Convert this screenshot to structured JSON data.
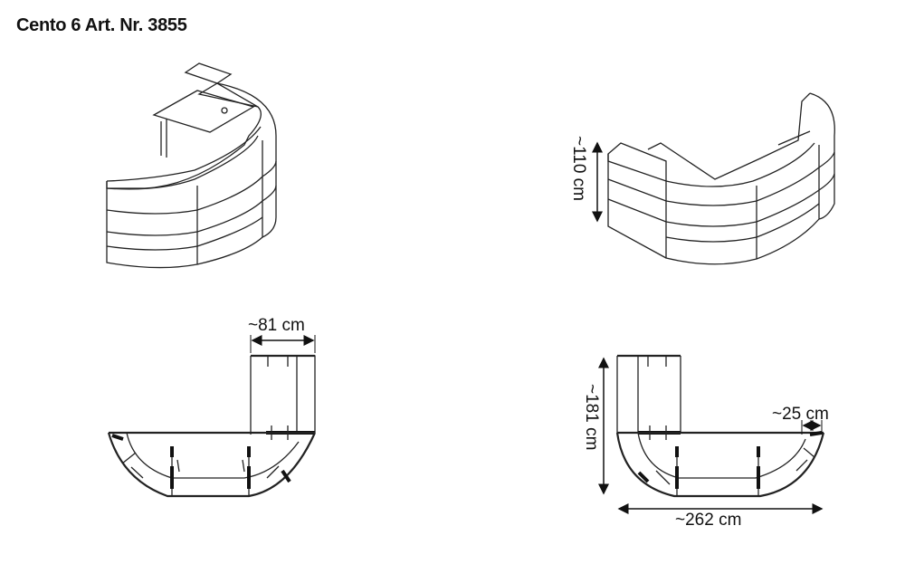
{
  "title": "Cento 6 Art. Nr. 3855",
  "dimensions": {
    "height": "~110 cm",
    "width_small": "~81 cm",
    "depth": "~181 cm",
    "width_total": "~262 cm",
    "edge": "~25 cm"
  }
}
